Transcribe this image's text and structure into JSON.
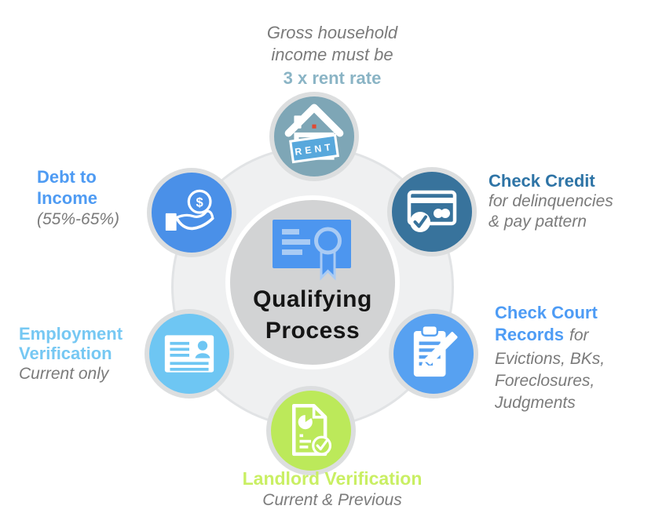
{
  "diagram": {
    "title_line1": "Qualifying",
    "title_line2": "Process",
    "center_icon": "certificate-icon",
    "type": "circular process diagram"
  },
  "top_caption": {
    "line1": "Gross household",
    "line2": "income must be",
    "highlight": "3 x rent rate",
    "highlight_color": "#8AB4C5"
  },
  "nodes": {
    "rent": {
      "icon": "house-rent-icon",
      "sign_text": "RENT",
      "circle_color": "#7EA6B6",
      "sign_color": "#58A8DC"
    },
    "credit": {
      "icon": "credit-card-check-icon",
      "circle_color": "#38739C",
      "title": "Check Credit",
      "title_color": "#2E74A6",
      "sub_line1": "for delinquencies",
      "sub_line2": "& pay pattern"
    },
    "court": {
      "icon": "clipboard-pencil-icon",
      "circle_color": "#57A1F1",
      "title_line1": "Check Court",
      "title_line2": "Records",
      "title_color": "#4E9CF5",
      "sub_inline": "for",
      "sub_line1": "Evictions, BKs,",
      "sub_line2": "Foreclosures,",
      "sub_line3": "Judgments"
    },
    "landlord": {
      "icon": "document-check-icon",
      "circle_color": "#BCE95A",
      "title": "Landlord Verification",
      "title_color": "#C9EF63",
      "sub": "Current & Previous"
    },
    "employment": {
      "icon": "id-card-icon",
      "circle_color": "#6EC6F3",
      "title_line1": "Employment",
      "title_line2": "Verification",
      "title_color": "#76C8F3",
      "sub": "Current only"
    },
    "debt": {
      "icon": "hand-coin-icon",
      "circle_color": "#4A90E8",
      "title_line1": "Debt to",
      "title_line2": "Income",
      "title_color": "#4E9BF3",
      "sub": "(55%-65%)",
      "coin_symbol": "$"
    }
  },
  "colors": {
    "wheel_fill": "#EFF0F1",
    "center_fill": "#D2D3D4",
    "node_halo": "#DCDEDF",
    "subtitle_gray": "#7B7B7B",
    "center_title_black": "#151515",
    "cert_blue": "#4D96EF",
    "cert_light_blue": "#A9CBF4"
  }
}
